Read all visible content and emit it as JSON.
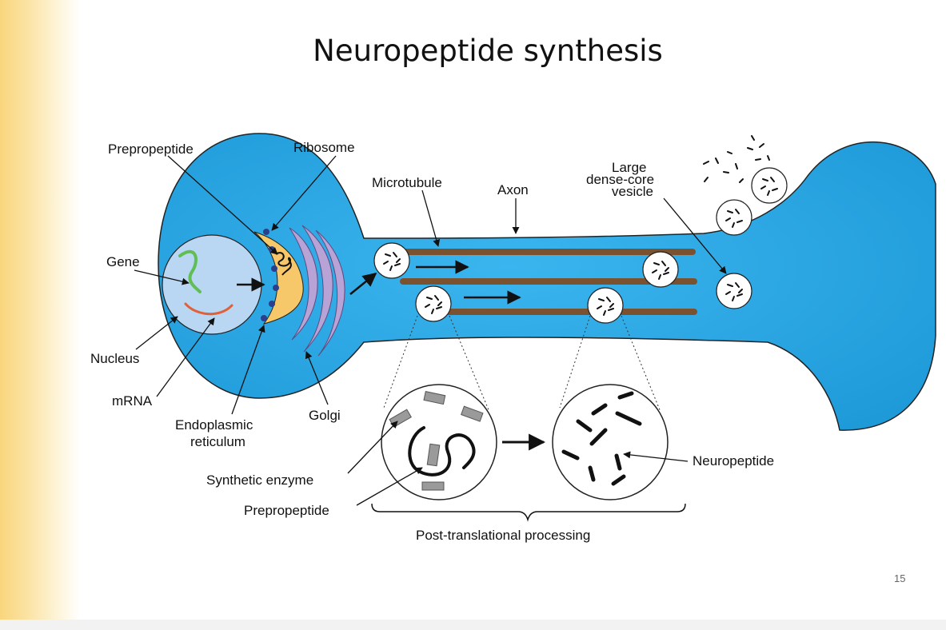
{
  "slide": {
    "title": "Neuropeptide synthesis",
    "page_number": "15"
  },
  "labels": {
    "prepropeptide_top": "Prepropeptide",
    "ribosome": "Ribosome",
    "microtubule": "Microtubule",
    "axon": "Axon",
    "vesicle_line1": "Large",
    "vesicle_line2": "dense-core",
    "vesicle_line3": "vesicle",
    "gene": "Gene",
    "nucleus": "Nucleus",
    "mrna": "mRNA",
    "er_line1": "Endoplasmic",
    "er_line2": "reticulum",
    "golgi": "Golgi",
    "synthetic_enzyme": "Synthetic enzyme",
    "prepropeptide_bottom": "Prepropeptide",
    "neuropeptide": "Neuropeptide",
    "post_translational": "Post-translational processing"
  },
  "colors": {
    "cell_blue": "#2aa6e6",
    "nucleus_fill": "#b9d6f2",
    "er_fill": "#f7c86a",
    "golgi_fill": "#b7a3d6",
    "microtubule": "#7a5230",
    "gene_green": "#5fbf55",
    "mrna_orange": "#e0603a",
    "ribosome": "#2b3f8c",
    "band": "#f9d67e"
  }
}
